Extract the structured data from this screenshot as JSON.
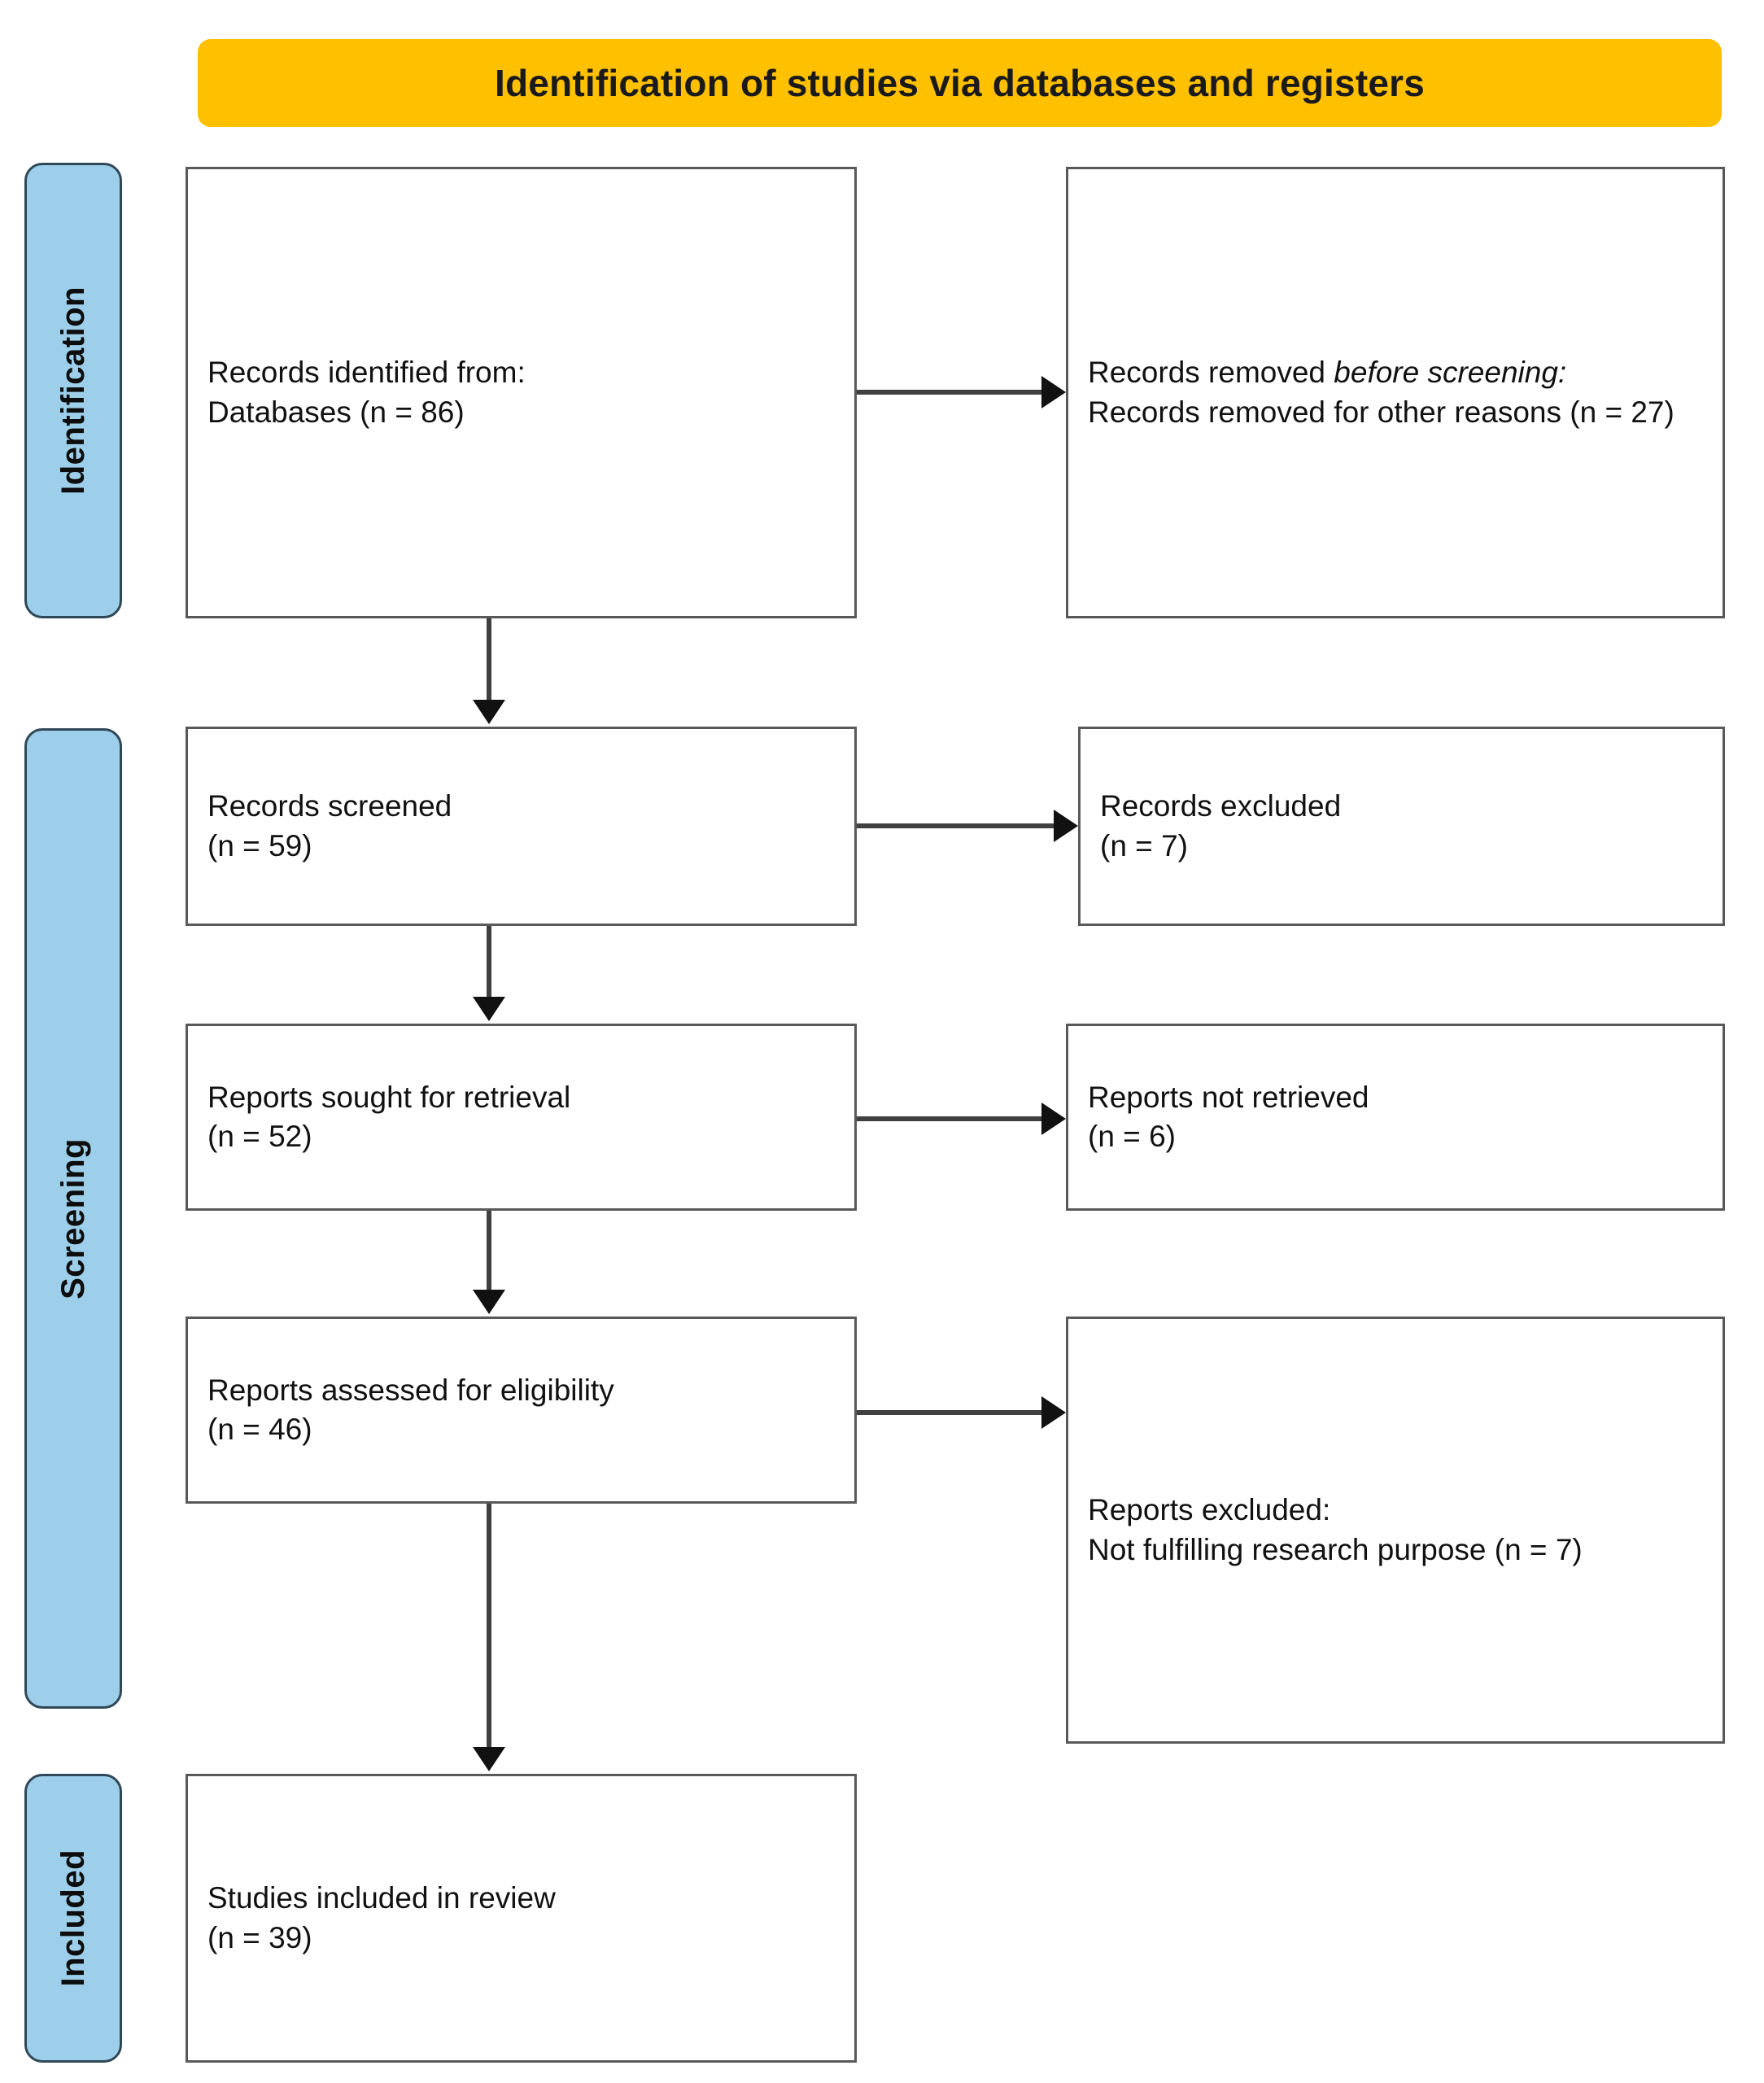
{
  "banner": {
    "title": "Identification of studies via databases and registers",
    "color": "#ffc000"
  },
  "phases": {
    "identification": "Identification",
    "screening": "Screening",
    "included": "Included",
    "color": "#9dcfea"
  },
  "boxes": {
    "identified": {
      "line1": "Records identified from:",
      "line2": "    Databases (n = 86)"
    },
    "removed_before": {
      "lead": "Records removed ",
      "italic": "before screening:",
      "line2": "    Records removed for other reasons (n = 27)"
    },
    "screened": {
      "line1": "Records screened",
      "line2": "(n = 59)"
    },
    "excluded": {
      "line1": "Records excluded",
      "line2": "(n = 7)"
    },
    "sought": {
      "line1": "Reports sought for retrieval",
      "line2": "(n = 52)"
    },
    "not_retrieved": {
      "line1": "Reports not retrieved",
      "line2": "(n = 6)"
    },
    "assessed": {
      "line1": "Reports assessed for eligibility",
      "line2": "(n = 46)"
    },
    "reports_excluded": {
      "line1": "Reports excluded:",
      "line2": "    Not fulfilling research purpose (n = 7)"
    },
    "included": {
      "line1": "Studies included in review",
      "line2": "(n = 39)"
    }
  },
  "chart_data": {
    "type": "diagram",
    "title": "Identification of studies via databases and registers",
    "phases": [
      "Identification",
      "Screening",
      "Included"
    ],
    "nodes": [
      {
        "id": "identified",
        "phase": "Identification",
        "label": "Records identified from: Databases",
        "n": 86
      },
      {
        "id": "removed_before",
        "phase": "Identification",
        "label": "Records removed before screening: Records removed for other reasons",
        "n": 27
      },
      {
        "id": "screened",
        "phase": "Screening",
        "label": "Records screened",
        "n": 59
      },
      {
        "id": "excluded",
        "phase": "Screening",
        "label": "Records excluded",
        "n": 7
      },
      {
        "id": "sought",
        "phase": "Screening",
        "label": "Reports sought for retrieval",
        "n": 52
      },
      {
        "id": "not_retrieved",
        "phase": "Screening",
        "label": "Reports not retrieved",
        "n": 6
      },
      {
        "id": "assessed",
        "phase": "Screening",
        "label": "Reports assessed for eligibility",
        "n": 46
      },
      {
        "id": "reports_excluded",
        "phase": "Screening",
        "label": "Reports excluded: Not fulfilling research purpose",
        "n": 7
      },
      {
        "id": "included",
        "phase": "Included",
        "label": "Studies included in review",
        "n": 39
      }
    ],
    "edges": [
      {
        "from": "identified",
        "to": "removed_before",
        "direction": "right"
      },
      {
        "from": "identified",
        "to": "screened",
        "direction": "down"
      },
      {
        "from": "screened",
        "to": "excluded",
        "direction": "right"
      },
      {
        "from": "screened",
        "to": "sought",
        "direction": "down"
      },
      {
        "from": "sought",
        "to": "not_retrieved",
        "direction": "right"
      },
      {
        "from": "sought",
        "to": "assessed",
        "direction": "down"
      },
      {
        "from": "assessed",
        "to": "reports_excluded",
        "direction": "right"
      },
      {
        "from": "assessed",
        "to": "included",
        "direction": "down"
      }
    ]
  }
}
